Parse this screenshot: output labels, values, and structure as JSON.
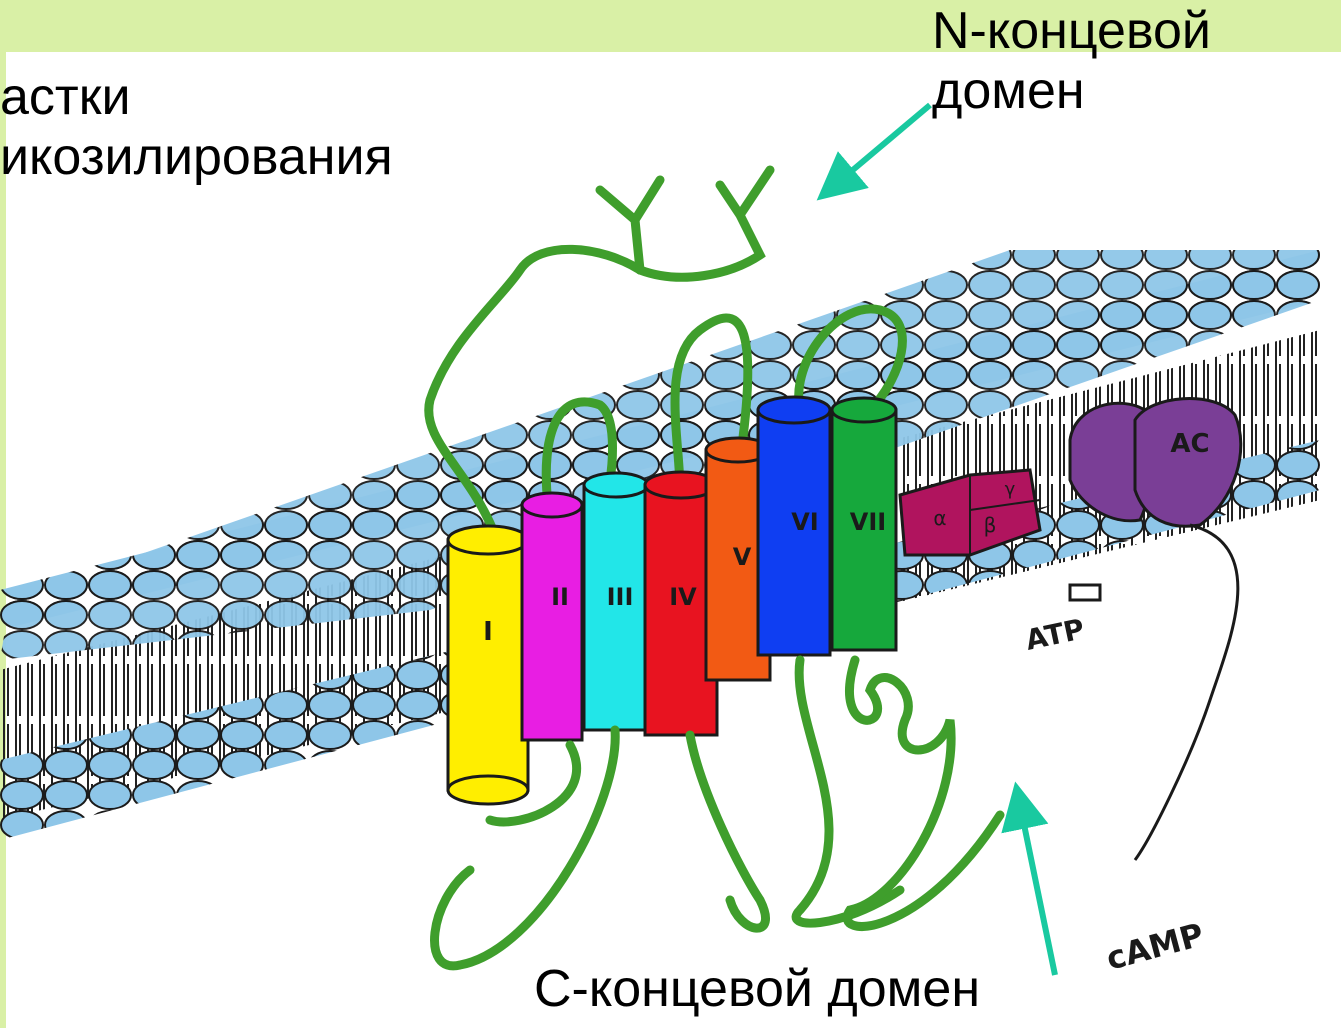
{
  "labels": {
    "glyco_line1": "астки",
    "glyco_line2": "икозилирования",
    "n_term_line1": "N-концевой",
    "n_term_line2": "домен",
    "c_term": "С-концевой домен",
    "atp": "ATP",
    "camp": "cAMP",
    "ac": "AC",
    "g_alpha": "α",
    "g_beta": "β",
    "g_gamma": "γ"
  },
  "helices": [
    {
      "label": "I",
      "color": "#ffee00"
    },
    {
      "label": "II",
      "color": "#e81ee3"
    },
    {
      "label": "III",
      "color": "#22e6e8"
    },
    {
      "label": "IV",
      "color": "#e81320"
    },
    {
      "label": "V",
      "color": "#f25a14"
    },
    {
      "label": "VI",
      "color": "#0f3ef2"
    },
    {
      "label": "VII",
      "color": "#16a83c"
    }
  ],
  "colors": {
    "band": "#d9f0a6",
    "arrow": "#19c9a0",
    "chain": "#3f9e2c",
    "lipid_head": "#8ec6e8",
    "g_protein": "#b0145e",
    "adenylyl_cyclase": "#7a3e96"
  }
}
